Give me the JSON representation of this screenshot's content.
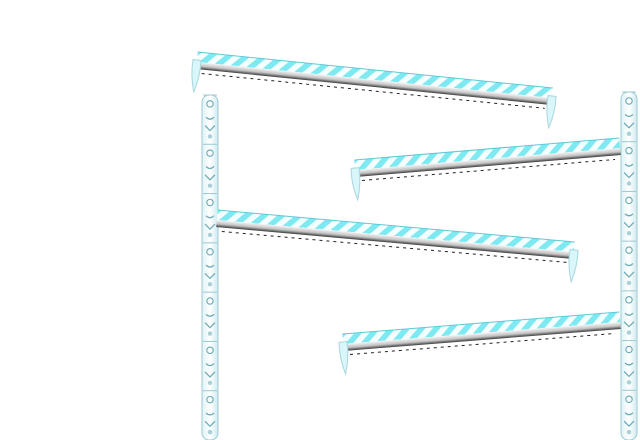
{
  "game": {
    "scene": "ice-platform-track",
    "colors": {
      "background": "#ffffff",
      "stripe_cyan": "#7fe9f2",
      "stripe_white": "#f4ffff",
      "stripe_edge": "#5fc9d6",
      "metal_light": "#f2f2f2",
      "metal_mid": "#bdbdbd",
      "metal_dark": "#3a3a3a",
      "track_dash": "#222222",
      "icicle": "#d9f6fa",
      "icicle_edge": "#a9d6de",
      "pillar_fill": "#eefbfd",
      "pillar_edge": "#9cc9d2",
      "pillar_glyph": "#6aa9b6"
    },
    "pillars": [
      {
        "name": "left-pillar",
        "segments": 7
      },
      {
        "name": "right-pillar",
        "segments": 7
      }
    ],
    "ramps": [
      {
        "name": "ramp-1",
        "direction": "down-right"
      },
      {
        "name": "ramp-2",
        "direction": "up-right"
      },
      {
        "name": "ramp-3",
        "direction": "down-right"
      },
      {
        "name": "ramp-4",
        "direction": "up-right"
      }
    ]
  }
}
